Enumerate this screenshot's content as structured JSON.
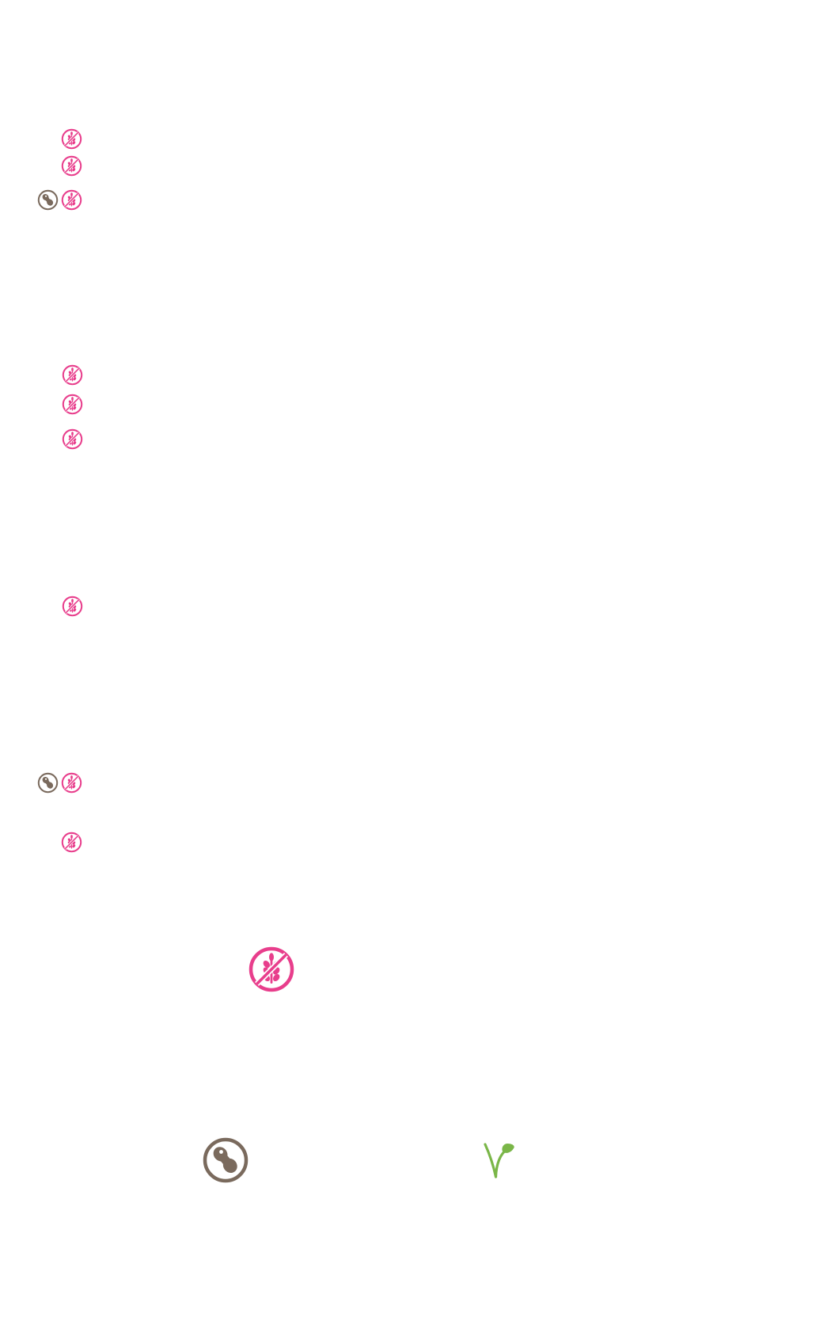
{
  "colors": {
    "gluten_free": "#e83e8c",
    "peanut": "#7a6a5d",
    "vegan": "#7ab648"
  },
  "icons": {
    "gluten_free": "gluten-free-icon",
    "peanut": "peanut-icon",
    "vegan": "vegan-icon"
  },
  "menu_groups": [
    {
      "items": [
        [
          "gluten_free"
        ],
        [
          "gluten_free"
        ],
        [
          "peanut",
          "gluten_free"
        ]
      ]
    },
    {
      "items": [
        [
          "gluten_free"
        ],
        [
          "gluten_free"
        ],
        [
          "gluten_free"
        ]
      ]
    },
    {
      "items": [
        [
          "gluten_free"
        ]
      ]
    },
    {
      "items": [
        [
          "peanut",
          "gluten_free"
        ],
        [
          "gluten_free"
        ]
      ]
    }
  ],
  "legend": [
    {
      "icon": "gluten_free"
    },
    {
      "icon": "peanut"
    },
    {
      "icon": "vegan"
    }
  ]
}
